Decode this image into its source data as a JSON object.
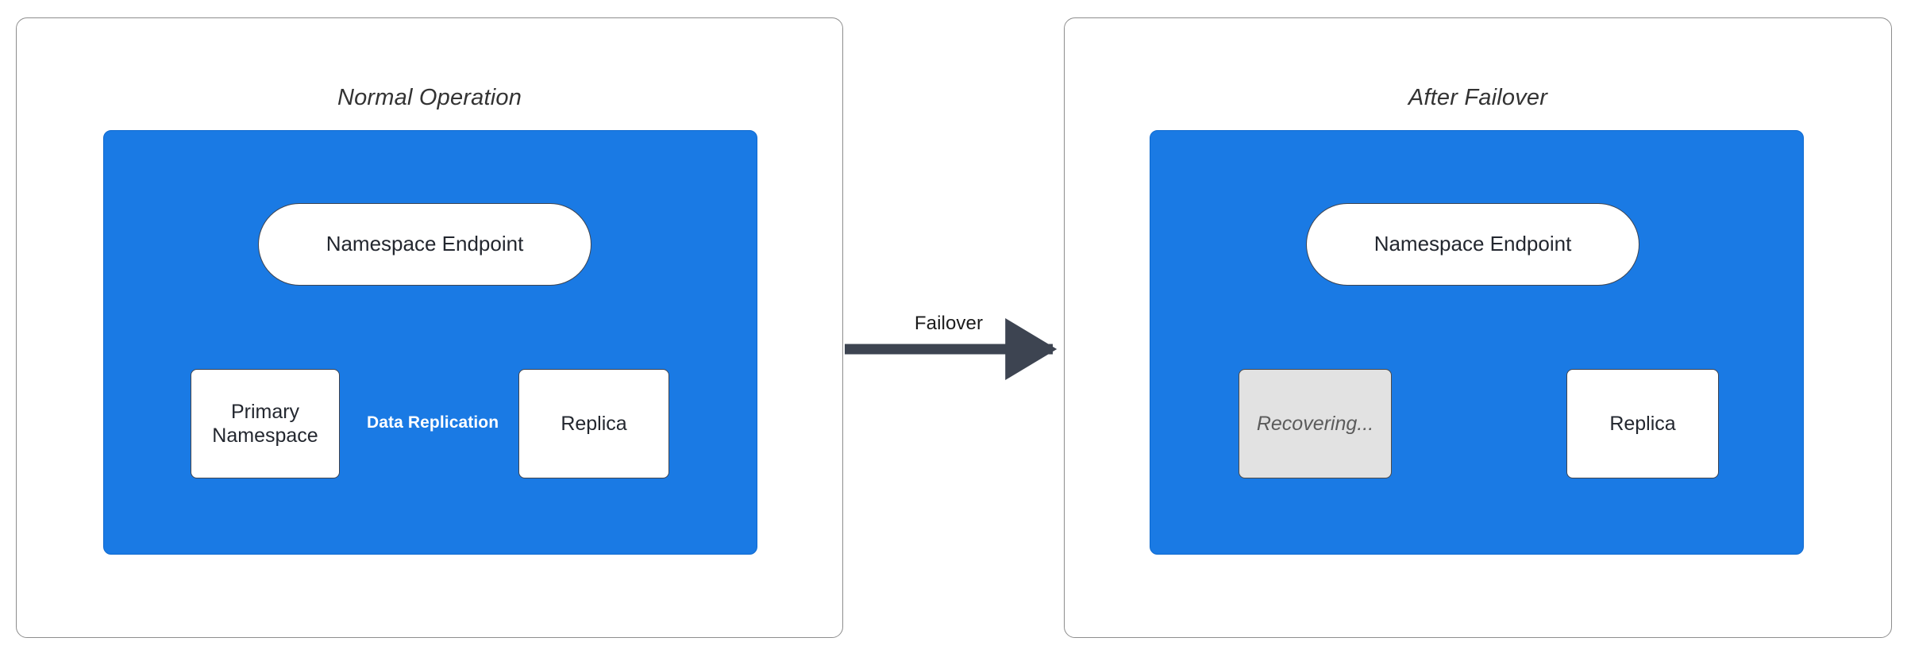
{
  "diagram": {
    "type": "failover-architecture-comparison",
    "background": "#ffffff",
    "colors": {
      "cluster_blue": "#1a7ae4",
      "node_white": "#ffffff",
      "node_disabled_gray": "#e2e2e2",
      "stroke_dark": "#3d4451",
      "panel_border": "#8d8d8d",
      "edge_label_white": "#ffffff",
      "title_text": "#333333"
    }
  },
  "panels": [
    {
      "id": "normal",
      "title": "Normal Operation",
      "cluster": {
        "nodes": [
          {
            "id": "endpoint-left",
            "label": "Namespace Endpoint",
            "shape": "stadium",
            "state": "active"
          },
          {
            "id": "primary-left",
            "label": "Primary\nNamespace",
            "shape": "rect",
            "state": "active"
          },
          {
            "id": "replica-left",
            "label": "Replica",
            "shape": "rect",
            "state": "active"
          }
        ],
        "edges": [
          {
            "from": "endpoint-left",
            "to": "primary-left",
            "label": "",
            "style": "elbow-arrow"
          },
          {
            "from": "primary-left",
            "to": "replica-left",
            "label": "Data Replication",
            "style": "straight-arrow"
          }
        ]
      }
    },
    {
      "id": "failover",
      "title": "After Failover",
      "cluster": {
        "nodes": [
          {
            "id": "endpoint-right",
            "label": "Namespace Endpoint",
            "shape": "stadium",
            "state": "active"
          },
          {
            "id": "recovering-right",
            "label": "Recovering...",
            "shape": "rect",
            "state": "disabled"
          },
          {
            "id": "replica-right",
            "label": "Replica",
            "shape": "rect",
            "state": "active"
          }
        ],
        "edges": [
          {
            "from": "endpoint-right",
            "to": "replica-right",
            "label": "",
            "style": "elbow-arrow"
          }
        ]
      }
    }
  ],
  "transition": {
    "label": "Failover",
    "from_panel": "normal",
    "to_panel": "failover",
    "style": "thick-arrow"
  }
}
